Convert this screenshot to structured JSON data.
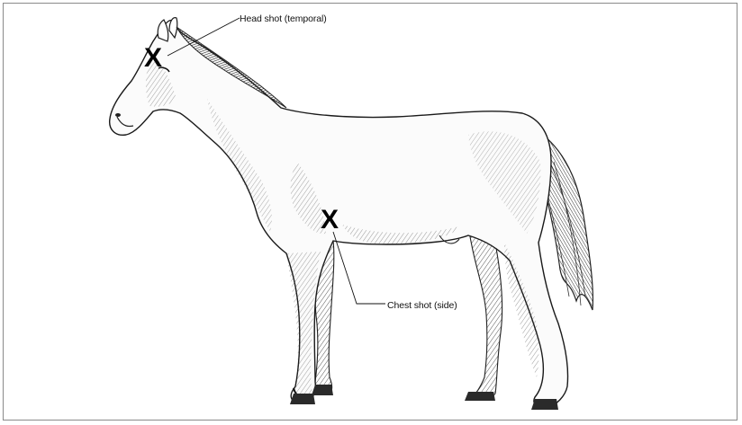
{
  "annotations": {
    "head": {
      "label": "Head shot (temporal)",
      "marker": "X"
    },
    "chest": {
      "label": "Chest shot (side)",
      "marker": "X"
    }
  },
  "illustration": {
    "subject": "horse-standing-left-profile"
  },
  "colors": {
    "ink": "#111111",
    "border": "#8a8a8a",
    "background": "#ffffff"
  }
}
